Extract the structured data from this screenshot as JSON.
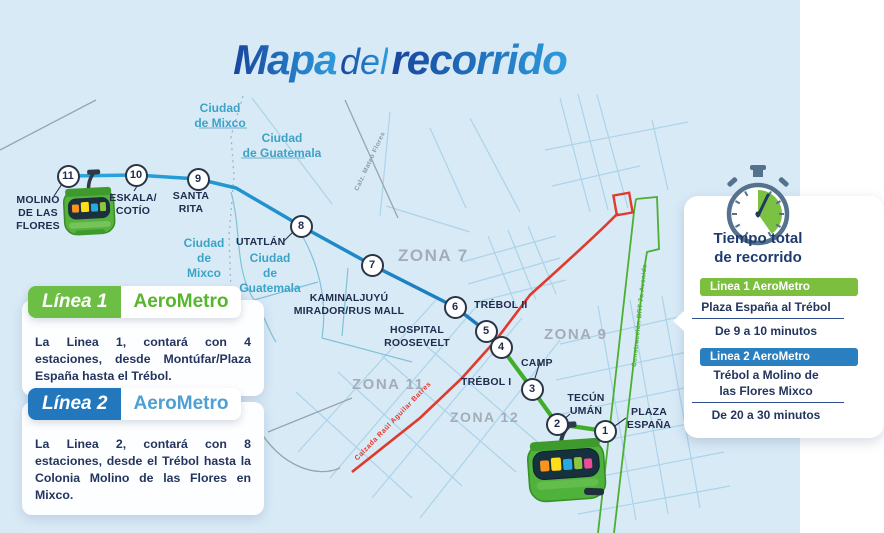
{
  "title": {
    "part1": "Mapa",
    "part2": "del",
    "part3": "recorrido"
  },
  "line1_panel": {
    "badge": "Línea 1",
    "brand": "AeroMetro",
    "body": "La Linea 1, contará con 4 estaciones, desde Montúfar/Plaza España hasta el Trébol."
  },
  "line2_panel": {
    "badge": "Línea 2",
    "brand": "AeroMetro",
    "body": "La Linea 2, contará con 8 estaciones, desde el Trébol hasta la Colonia Molino de las Flores en Mixco."
  },
  "time_panel": {
    "title": "Tiempo total\nde recorrido",
    "line1_badge": "Linea 1 AeroMetro",
    "line1_route": "Plaza España al Trébol",
    "line1_time": "De 9 a 10 minutos",
    "line2_badge": "Linea 2 AeroMetro",
    "line2_route": "Trébol a Molino de\nlas Flores Mixco",
    "line2_time": "De 20 a 30 minutos"
  },
  "map": {
    "stations": [
      {
        "number": "1"
      },
      {
        "number": "2"
      },
      {
        "number": "3"
      },
      {
        "number": "4"
      },
      {
        "number": "5"
      },
      {
        "number": "6"
      },
      {
        "number": "7"
      },
      {
        "number": "8"
      },
      {
        "number": "9"
      },
      {
        "number": "10"
      },
      {
        "number": "11"
      }
    ],
    "station_labels": {
      "molino": "MOLINO\nDE LAS\nFLORES",
      "eskala": "ESKALA/\nCOTÍO",
      "santa_rita": "SANTA\nRITA",
      "utatlan": "UTATLÁN",
      "kaminaljuyu": "KAMINALJUYÚ\nMIRADOR/RUS MALL",
      "hospital": "HOSPITAL\nROOSEVELT",
      "trebol2": "TRÉBOL II",
      "trebol1": "TRÉBOL I",
      "camp": "CAMP",
      "tecun": "TECÚN\nUMÁN",
      "plaza": "PLAZA\nESPAÑA"
    },
    "zones": {
      "z7": "ZONA 7",
      "z9": "ZONA 9",
      "z11": "ZONA 11",
      "z12": "ZONA 12"
    },
    "cities": {
      "mixco": "Ciudad\nde Mixco",
      "guatemala": "Ciudad\nde Guatemala"
    },
    "roads": {
      "batres": "Calzada Raúl Aguilar Batres",
      "brt": "Construcción BRT 7a Avenida",
      "mateo": "Calz. Mateo Flores"
    }
  },
  "colors": {
    "background": "#D9EAF7",
    "linea2_blue_route": "#1D8FD0",
    "linea1_green_route": "#41AE2B",
    "highway_red": "#DF3A2C",
    "accent_green": "#6CBE44",
    "accent_blue": "#2377BC",
    "navy_text": "#23355E",
    "teal_city": "#3BA3C6",
    "zone_gray": "#A3ACB9"
  }
}
